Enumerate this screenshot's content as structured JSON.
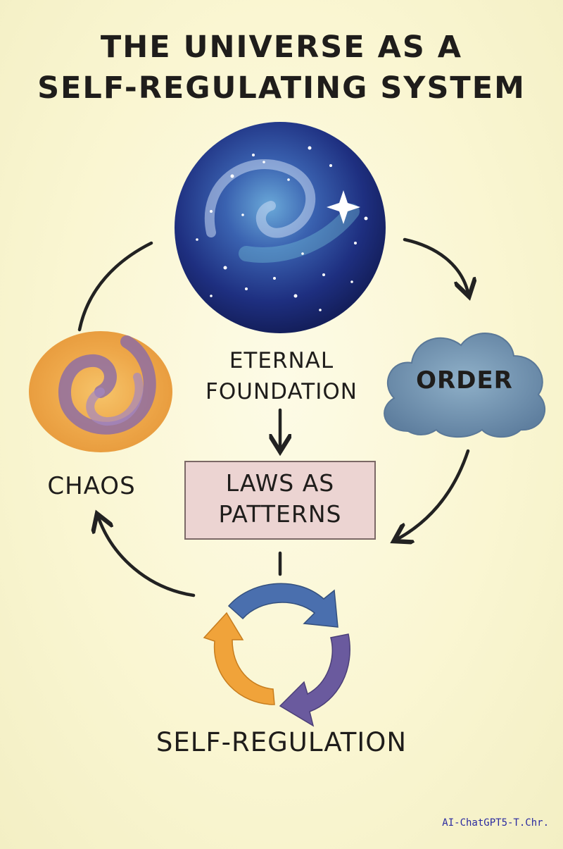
{
  "title": {
    "line1": "THE UNIVERSE AS A",
    "line2": "SELF-REGULATING SYSTEM"
  },
  "nodes": {
    "eternal_foundation": {
      "line1": "ETERNAL",
      "line2": "FOUNDATION"
    },
    "order": {
      "label": "ORDER"
    },
    "chaos": {
      "label": "CHAOS"
    },
    "laws_as_patterns": {
      "line1": "LAWS AS",
      "line2": "PATTERNS"
    },
    "self_regulation": {
      "label": "SELF-REGULATION"
    }
  },
  "watermark": "AI-ChatGPT5-T.Chr.",
  "colors": {
    "background": "#fbf8dc",
    "sphere": "#1f3b8a",
    "cloud": "#6f8fae",
    "spiral_orange": "#f2a94a",
    "spiral_purple": "#8a6aa8",
    "laws_box": "#ecd4d2",
    "cycle_blue": "#4a6fae",
    "cycle_purple": "#6a5a9e",
    "cycle_orange": "#f0a33a",
    "arrows": "#222222"
  },
  "icons": [
    "galaxy-sphere-icon",
    "cloud-icon",
    "spiral-icon",
    "cycle-arrows-icon"
  ]
}
